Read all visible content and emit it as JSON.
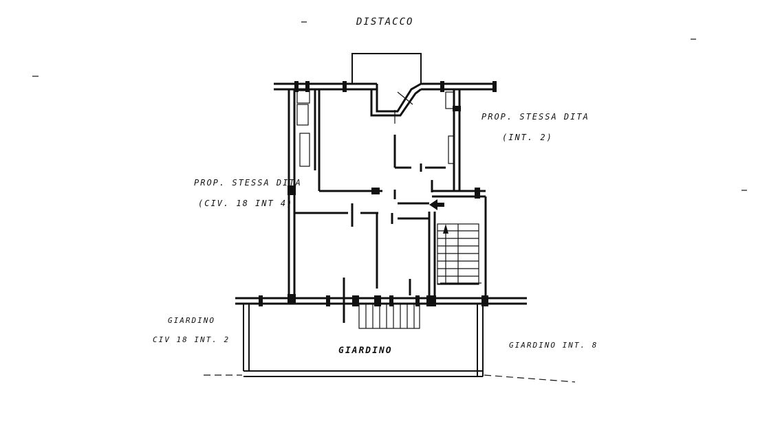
{
  "labels": {
    "title": "DISTACCO",
    "prop_right_1": "PROP. STESSA DITA",
    "prop_right_2": "(INT. 2)",
    "prop_left_1": "PROP. STESSA DITA",
    "prop_left_2": "(CIV. 18 INT 4)",
    "garden_left_1": "GIARDINO",
    "garden_left_2": "CIV 18 INT. 2",
    "garden_center": "GIARDINO",
    "garden_right": "GIARDINO INT. 8"
  }
}
